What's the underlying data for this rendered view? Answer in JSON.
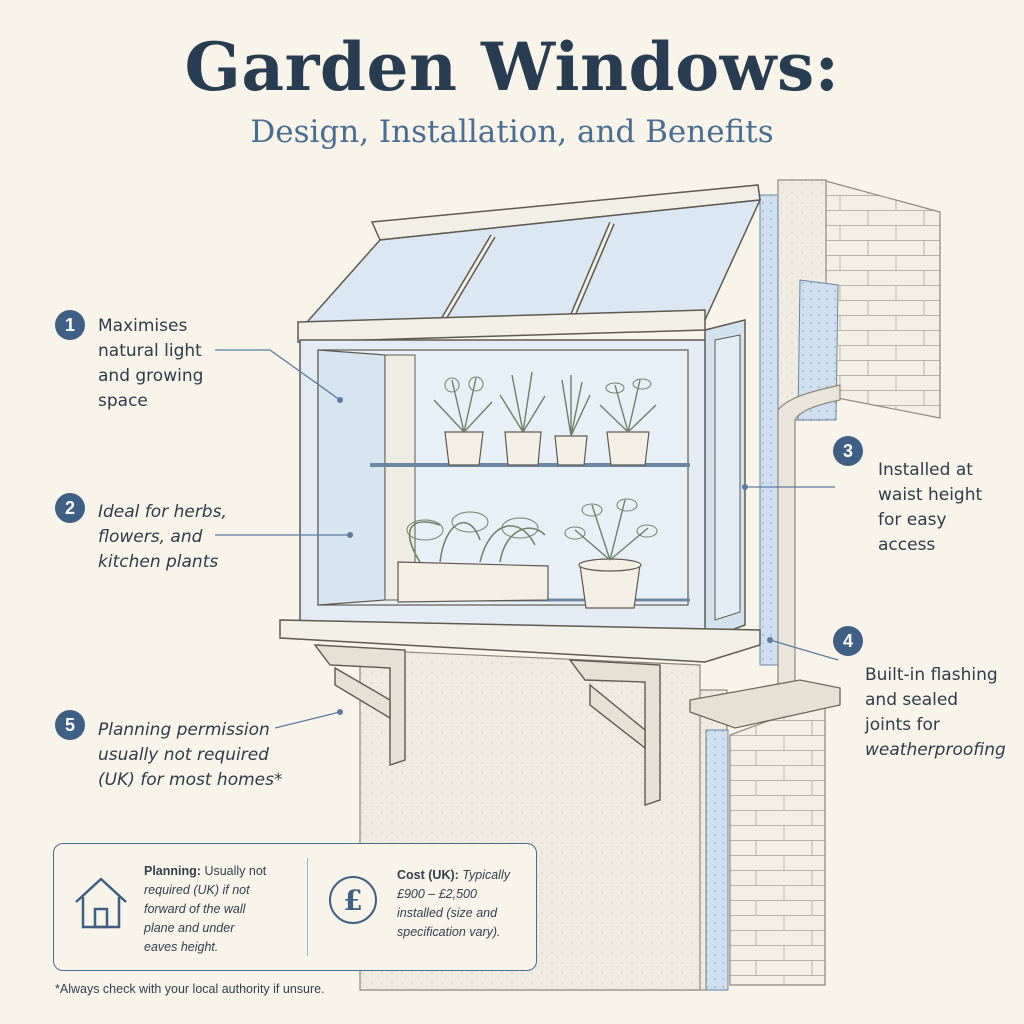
{
  "header": {
    "title": "Garden Windows:",
    "subtitle": "Design, Installation, and Benefits"
  },
  "callouts": [
    {
      "number": "1",
      "lines": [
        "Maximises",
        "natural light",
        "and growing",
        "space"
      ]
    },
    {
      "number": "2",
      "lines": [
        "Ideal for herbs,",
        "flowers, and",
        "kitchen plants"
      ]
    },
    {
      "number": "3",
      "lines": [
        "Installed at",
        "waist height",
        "for easy",
        "access"
      ]
    },
    {
      "number": "4",
      "lines": [
        "Built-in flashing",
        "and sealed",
        "joints for",
        "weatherproofing"
      ]
    },
    {
      "number": "5",
      "lines": [
        "Planning permission",
        "usually not required",
        "(UK) for most homes*"
      ]
    }
  ],
  "info_box": {
    "planning": {
      "label": "Planning:",
      "lines": [
        "Usually not",
        "required (UK) if not",
        "forward of the wall",
        "plane and under",
        "eaves height."
      ],
      "icon": "house-icon"
    },
    "cost": {
      "label": "Cost (UK):",
      "lines": [
        "Typically",
        "£900 – £2,500",
        "installed (size and",
        "specification vary)."
      ],
      "icon": "pound-icon",
      "symbol": "£"
    }
  },
  "footnote": "*Always check with your local authority if unsure.",
  "colors": {
    "background": "#f8f4ea",
    "title": "#283d52",
    "accent": "#3f5f84",
    "glass": "#dbe8f3"
  }
}
